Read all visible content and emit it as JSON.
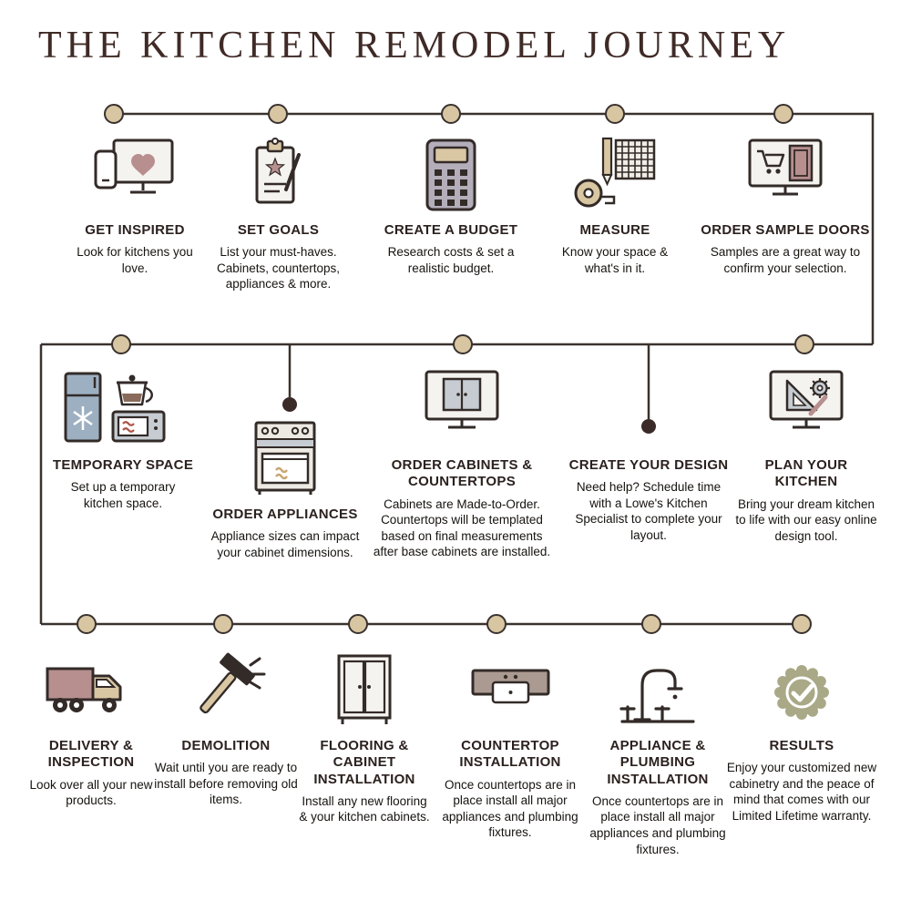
{
  "title": "THE KITCHEN REMODEL JOURNEY",
  "colors": {
    "line": "#3a322f",
    "node_fill": "#d8c6a2",
    "connector_dot": "#3a2a28",
    "title_text": "#3f2a26",
    "accent_mauve": "#b78f8f",
    "accent_tan": "#d9c7a3",
    "accent_blue_gray": "#9db0c2",
    "accent_sage": "#a9a987"
  },
  "steps": {
    "get_inspired": {
      "title": "GET INSPIRED",
      "desc": "Look for kitchens you love.",
      "icon": "monitor-heart-phone-icon"
    },
    "set_goals": {
      "title": "SET GOALS",
      "desc": "List your must-haves. Cabinets, countertops, appliances & more.",
      "icon": "clipboard-star-icon"
    },
    "create_budget": {
      "title": "CREATE A BUDGET",
      "desc": "Research costs & set a realistic budget.",
      "icon": "calculator-icon"
    },
    "measure": {
      "title": "MEASURE",
      "desc": "Know your space & what's in it.",
      "icon": "tape-measure-grid-icon"
    },
    "order_sample_doors": {
      "title": "ORDER SAMPLE DOORS",
      "desc": "Samples are a great way to confirm your selection.",
      "icon": "monitor-cart-door-icon"
    },
    "temporary_space": {
      "title": "TEMPORARY SPACE",
      "desc": "Set up a temporary kitchen space.",
      "icon": "fridge-coffee-microwave-icon"
    },
    "order_appliances": {
      "title": "ORDER APPLIANCES",
      "desc": "Appliance sizes can impact your cabinet dimensions.",
      "icon": "range-oven-icon"
    },
    "order_cabinets": {
      "title": "ORDER CABINETS & COUNTERTOPS",
      "desc": "Cabinets are Made-to-Order. Countertops will be templated based on final measurements after base cabinets are installed.",
      "icon": "monitor-cabinet-icon"
    },
    "create_design": {
      "title": "CREATE YOUR DESIGN",
      "desc": "Need help? Schedule time with a Lowe's Kitchen Specialist to complete your layout.",
      "icon": "none"
    },
    "plan_kitchen": {
      "title": "PLAN YOUR KITCHEN",
      "desc": "Bring your dream kitchen to life with our easy online design tool.",
      "icon": "monitor-ruler-gear-icon"
    },
    "delivery": {
      "title": "DELIVERY & INSPECTION",
      "desc": "Look over all your new products.",
      "icon": "delivery-truck-icon"
    },
    "demolition": {
      "title": "DEMOLITION",
      "desc": "Wait until you are ready to install before removing old items.",
      "icon": "sledgehammer-icon"
    },
    "flooring": {
      "title": "FLOORING & CABINET INSTALLATION",
      "desc": "Install any new flooring & your kitchen cabinets.",
      "icon": "cabinet-icon"
    },
    "countertop_install": {
      "title": "COUNTERTOP INSTALLATION",
      "desc": "Once countertops are in place install all major appliances and plumbing fixtures.",
      "icon": "countertop-sink-icon"
    },
    "appliance_install": {
      "title": "APPLIANCE & PLUMBING INSTALLATION",
      "desc": "Once countertops are in place install all major appliances and plumbing fixtures.",
      "icon": "faucet-icon"
    },
    "results": {
      "title": "RESULTS",
      "desc": "Enjoy your customized new cabinetry and the peace of mind that comes with our Limited Lifetime warranty.",
      "icon": "warranty-badge-check-icon"
    }
  }
}
